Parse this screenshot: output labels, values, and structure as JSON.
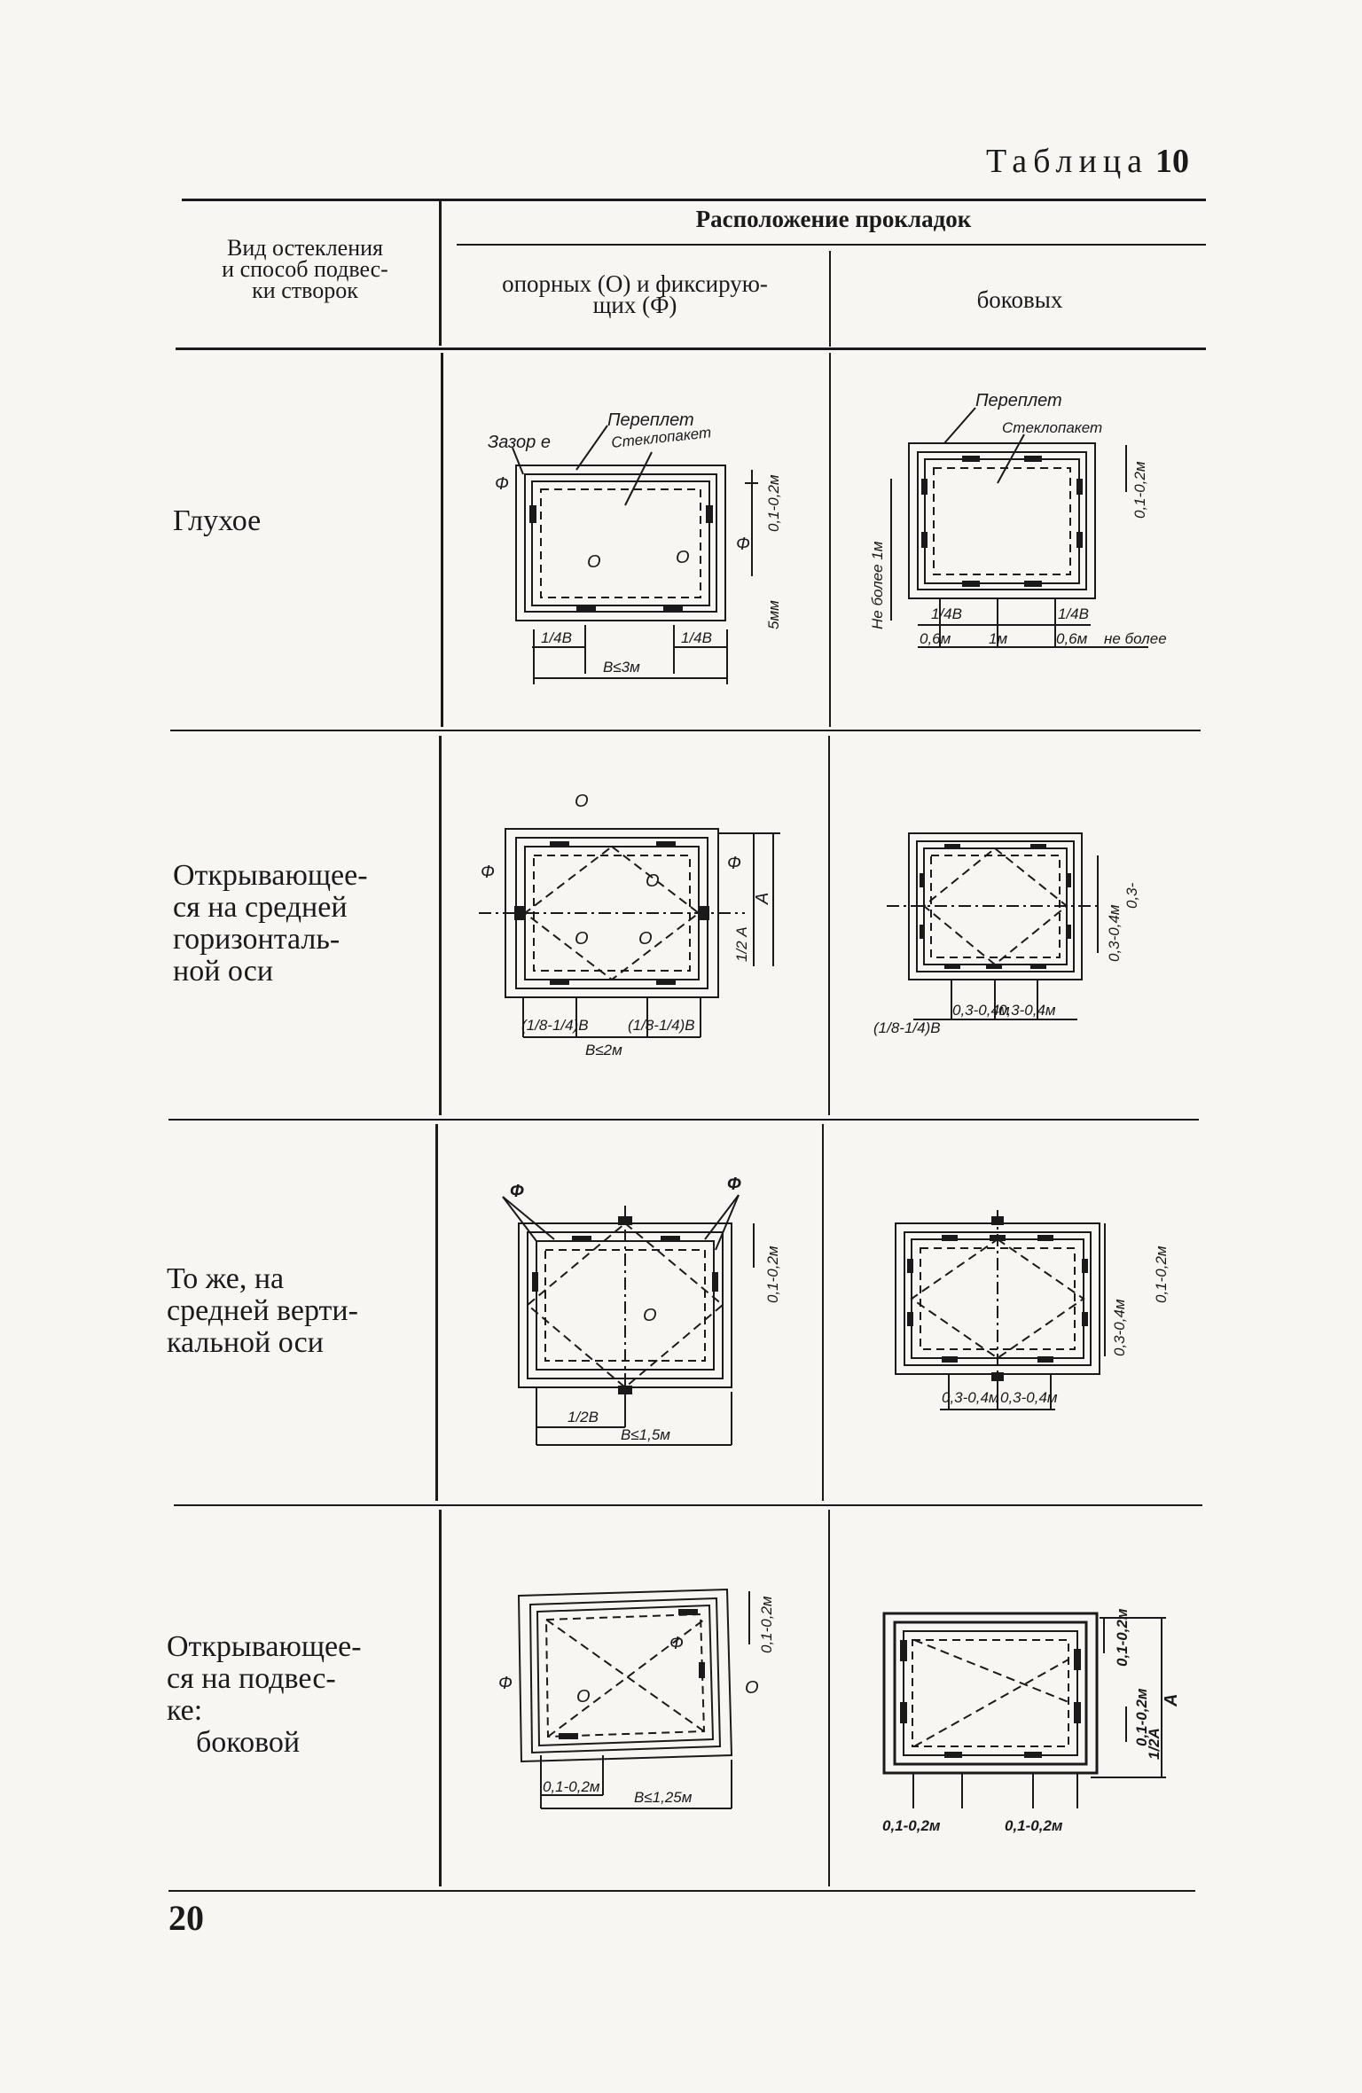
{
  "table": {
    "title_word": "Таблица",
    "title_number": "10",
    "header_kind": "Вид остекления и способ подвес-ки створок",
    "header_kind_lines": [
      "Вид остекления",
      "и способ подвес-",
      "ки створок"
    ],
    "header_group": "Расположение прокладок",
    "header_support": "опорных (О) и фиксирую-щих (Ф)",
    "header_support_lines": [
      "опорных (О) и фиксирую-",
      "щих (Ф)"
    ],
    "header_side": "боковых"
  },
  "rows": [
    {
      "label_lines": [
        "Глухое"
      ]
    },
    {
      "label_lines": [
        "Открывающее-",
        "ся на средней",
        "горизонталь-",
        "ной оси"
      ]
    },
    {
      "label_lines": [
        "То же, на",
        "средней верти-",
        "кальной оси"
      ]
    },
    {
      "label_lines": [
        "Открывающее-",
        "ся на подвес-",
        "ке:",
        "боковой"
      ]
    }
  ],
  "drawings": {
    "r1a": {
      "gap": "Зазор е",
      "frame": "Переплет",
      "unit": "Стеклопакет",
      "f": "Ф",
      "o": "О",
      "dim_top": "0,1-0,2м",
      "dim_5": "5мм",
      "quarter": "1/4В",
      "width": "В≤3м"
    },
    "r1b": {
      "frame": "Переплет",
      "unit": "Стеклопакет",
      "dim_side": "0,1-0,2м",
      "max1": "Не более 1м",
      "quarter": "1/4В",
      "d06": "0,6м",
      "d1": "1м",
      "max": "не более"
    },
    "r2a": {
      "o": "О",
      "f": "Ф",
      "a": "А",
      "half_a": "1/2 А",
      "frac": "(1/8-1/4)В",
      "width": "В≤2м"
    },
    "r2b": {
      "frac": "(1/8-1/4)В",
      "d34": "0,3-0,4м",
      "side1": "0,3-0,4м",
      "side2": "0,3-"
    },
    "r3a": {
      "f": "Ф",
      "o": "О",
      "dim": "0,1-0,2м",
      "half": "1/2В",
      "width": "В≤1,5м"
    },
    "r3b": {
      "d34": "0,3-0,4м",
      "side_a": "0,1-0,2м",
      "side_b": "0,3-0,4м"
    },
    "r4a": {
      "f": "Ф",
      "o": "О",
      "dim_top": "0,1-0,2м",
      "dim_bot": "0,1-0,2м",
      "width": "В≤1,25м"
    },
    "r4b": {
      "dim_top": "0,1-0,2м",
      "dim_mid": "0,1-0,2м",
      "half_a": "1/2А",
      "a": "А",
      "dim_b1": "0,1-0,2м",
      "dim_b2": "0,1-0,2м"
    }
  },
  "page_number": "20"
}
